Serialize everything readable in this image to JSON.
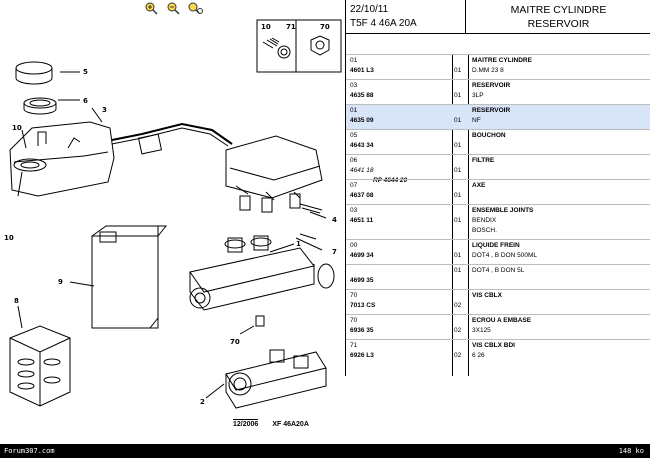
{
  "toolbar": {
    "icons": [
      "zoom-in-icon",
      "zoom-out-icon",
      "zoom-reset-icon"
    ]
  },
  "diagram": {
    "inset_labels": [
      "10",
      "71",
      "70"
    ],
    "callouts": {
      "c5": "5",
      "c6": "6",
      "c3": "3",
      "c10a": "10",
      "c10b": "10",
      "c4": "4",
      "c7": "7",
      "c1": "1",
      "c9": "9",
      "c8": "8",
      "c70": "70",
      "c2": "2"
    },
    "figure_date": "12/2006",
    "figure_code": "XF 46A20A"
  },
  "header": {
    "date": "22/10/11",
    "code": "T5F 4 46A 20A",
    "title_line1": "MAITRE CYLINDRE",
    "title_line2": "RESERVOIR"
  },
  "parts": [
    {
      "item": "01",
      "ref": "4601 L3",
      "rp": "",
      "qty": "01",
      "desc": [
        "MAITRE CYLINDRE",
        "D.MM 23 8"
      ],
      "selected": false,
      "ref_italic": false
    },
    {
      "item": "03",
      "ref": "4635 88",
      "rp": "",
      "qty": "01",
      "desc": [
        "RESERVOIR",
        "3LP"
      ],
      "selected": false,
      "ref_italic": false
    },
    {
      "item": "01",
      "ref": "4635 09",
      "rp": "",
      "qty": "01",
      "desc": [
        "RESERVOIR",
        "NF"
      ],
      "selected": true,
      "ref_italic": false
    },
    {
      "item": "05",
      "ref": "4643 34",
      "rp": "",
      "qty": "01",
      "desc": [
        "BOUCHON",
        ""
      ],
      "selected": false,
      "ref_italic": false
    },
    {
      "item": "06",
      "ref": "4641 18",
      "rp": "RP 4644 20",
      "qty": "01",
      "desc": [
        "FILTRE",
        ""
      ],
      "selected": false,
      "ref_italic": true
    },
    {
      "item": "07",
      "ref": "4637 08",
      "rp": "",
      "qty": "01",
      "desc": [
        "AXE",
        ""
      ],
      "selected": false,
      "ref_italic": false
    },
    {
      "item": "03",
      "ref": "4651 11",
      "rp": "",
      "qty": "01",
      "desc": [
        "ENSEMBLE JOINTS",
        "BENDIX",
        "BOSCH."
      ],
      "selected": false,
      "ref_italic": false
    },
    {
      "item": "00",
      "ref": "4699 34",
      "rp": "",
      "qty": "01",
      "desc": [
        "LIQUIDE FREIN",
        "DOT4 , B DON 500ML"
      ],
      "selected": false,
      "ref_italic": false
    },
    {
      "item": "",
      "ref": "4699 35",
      "rp": "",
      "qty": "01",
      "desc": [
        "DOT4 , B DON 5L"
      ],
      "selected": false,
      "ref_italic": false
    },
    {
      "item": "70",
      "ref": "7013 CS",
      "rp": "",
      "qty": "02",
      "desc": [
        "VIS CBLX",
        ""
      ],
      "selected": false,
      "ref_italic": false
    },
    {
      "item": "70",
      "ref": "6936 35",
      "rp": "",
      "qty": "02",
      "desc": [
        "ECROU A EMBASE",
        "3X125"
      ],
      "selected": false,
      "ref_italic": false
    },
    {
      "item": "71",
      "ref": "6926 L3",
      "rp": "",
      "qty": "02",
      "desc": [
        "VIS CBLX BDI",
        "6 26"
      ],
      "selected": false,
      "ref_italic": false
    }
  ],
  "footer": {
    "site": "Forum307.com",
    "size": "148 ko"
  }
}
